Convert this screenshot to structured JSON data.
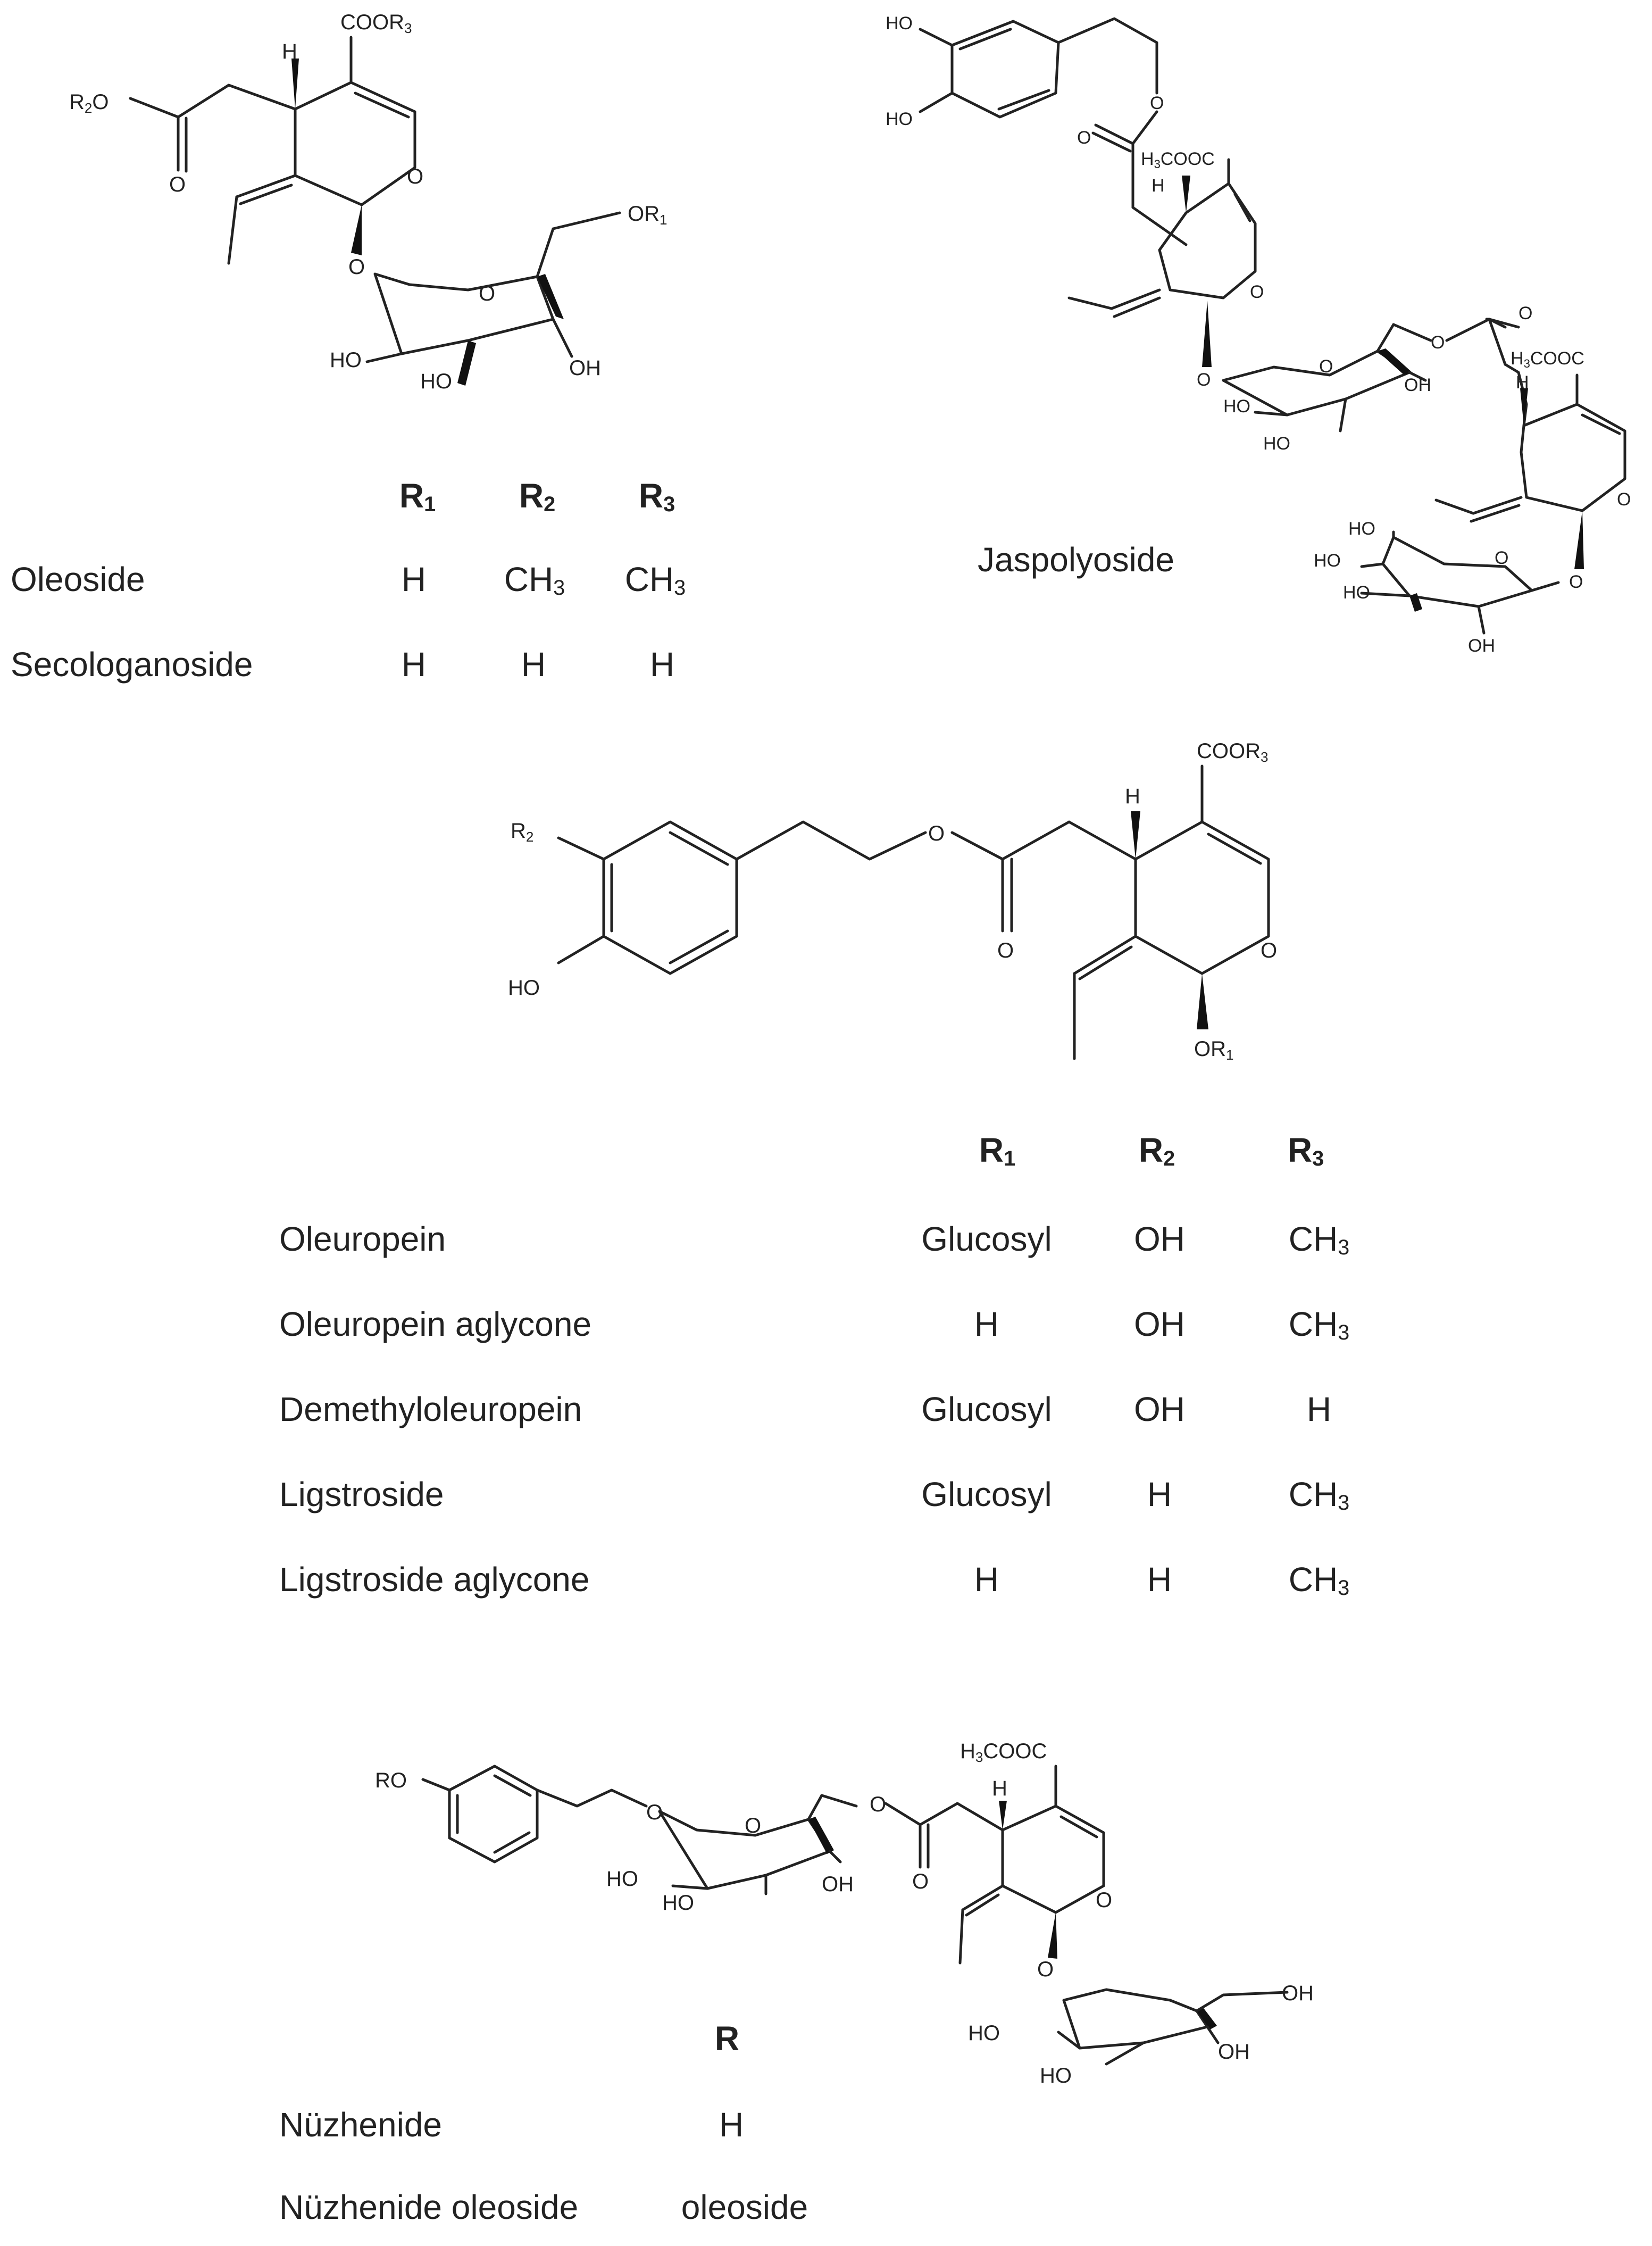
{
  "panel1": {
    "structure_labels": {
      "cooR3": "COOR3",
      "h": "H",
      "r2o": "R2O",
      "o_carbonyl": "O",
      "o_ring": "O",
      "or1": "OR1",
      "o_glyc": "O",
      "o_sugar": "O",
      "ho_left": "HO",
      "ho_bottom": "HO",
      "oh_right": "OH"
    },
    "table": {
      "headers": [
        "R1",
        "R2",
        "R3"
      ],
      "rows": [
        {
          "name": "Oleoside",
          "values": [
            "H",
            "CH3",
            "CH3"
          ]
        },
        {
          "name": "Secologanoside",
          "values": [
            "H",
            "H",
            "H"
          ]
        }
      ]
    }
  },
  "panel2": {
    "name": "Jaspolyoside",
    "structure_labels": {
      "ho1": "HO",
      "ho2": "HO",
      "o_ester": "O",
      "o_carbonyl": "O",
      "h3cooc_1": "H3COOC",
      "h_1": "H",
      "o_ring1": "O",
      "o_glyc1": "O",
      "o_sugar1": "O",
      "o_link": "O",
      "oh_s1": "OH",
      "ho_s1": "HO",
      "ho_s1b": "HO",
      "o_carbonyl2": "O",
      "h3cooc_2": "H3COOC",
      "h_2": "H",
      "o_ring2": "O",
      "o_glyc2": "O",
      "ho_s2a": "HO",
      "ho_s2b": "HO",
      "ho_s2c": "HO",
      "o_sugar2": "O",
      "oh_s2": "OH"
    }
  },
  "panel3": {
    "structure_labels": {
      "r2": "R2",
      "ho": "HO",
      "o_ester": "O",
      "o_carbonyl": "O",
      "h": "H",
      "cooR3": "COOR3",
      "o_ring": "O",
      "or1": "OR1"
    },
    "table": {
      "headers": [
        "R1",
        "R2",
        "R3"
      ],
      "rows": [
        {
          "name": "Oleuropein",
          "values": [
            "Glucosyl",
            "OH",
            "CH3"
          ]
        },
        {
          "name": "Oleuropein aglycone",
          "values": [
            "H",
            "OH",
            "CH3"
          ]
        },
        {
          "name": "Demethyloleuropein",
          "values": [
            "Glucosyl",
            "OH",
            "H"
          ]
        },
        {
          "name": "Ligstroside",
          "values": [
            "Glucosyl",
            "H",
            "CH3"
          ]
        },
        {
          "name": "Ligstroside aglycone",
          "values": [
            "H",
            "H",
            "CH3"
          ]
        }
      ]
    }
  },
  "panel4": {
    "structure_labels": {
      "ro": "RO",
      "o_ether": "O",
      "o_sugar": "O",
      "o_link": "O",
      "ho_a": "HO",
      "ho_b": "HO",
      "oh_a": "OH",
      "o_carbonyl": "O",
      "h3cooc": "H3COOC",
      "h": "H",
      "o_ring": "O",
      "o_glyc": "O",
      "oh_end": "OH",
      "ho_c": "HO",
      "oh_b": "OH",
      "ho_d": "HO"
    },
    "table": {
      "headers": [
        "R"
      ],
      "rows": [
        {
          "name": "Nüzhenide",
          "values": [
            "H"
          ]
        },
        {
          "name": "Nüzhenide oleoside",
          "values": [
            "oleoside"
          ]
        }
      ]
    }
  }
}
